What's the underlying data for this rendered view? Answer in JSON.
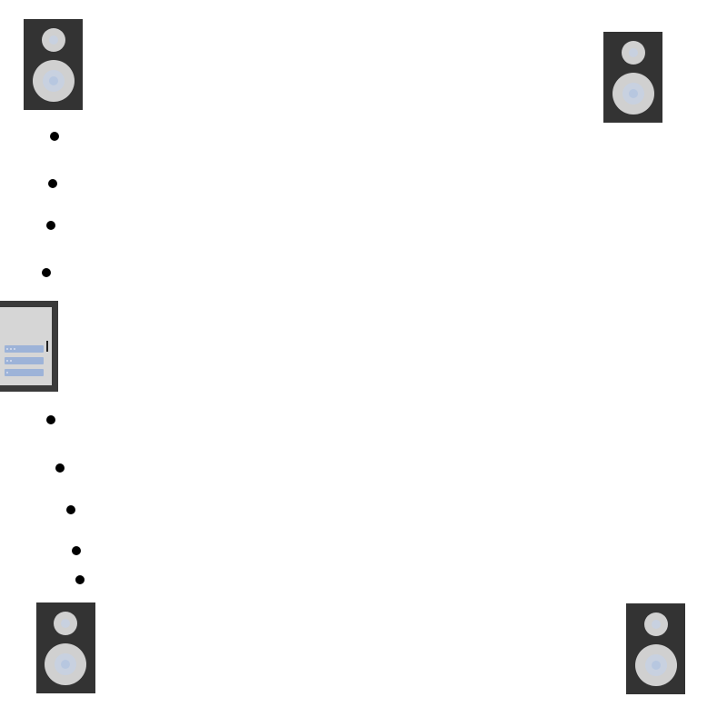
{
  "colors": {
    "background": "#ffffff",
    "speaker_body": "#333333",
    "driver_face": "#d0d0d0",
    "driver_cone": "#c8d1e0",
    "driver_center": "#b7c7e0",
    "device_bezel": "#333333",
    "device_screen": "#d6d6d6",
    "device_button": "#9db3d8",
    "device_button_text": "#d8e0f0",
    "device_knob": "#222222",
    "dot": "#000000"
  },
  "speakers": [
    {
      "name": "speaker-top-left",
      "icon": "speaker-icon"
    },
    {
      "name": "speaker-top-right",
      "icon": "speaker-icon"
    },
    {
      "name": "speaker-bottom-left",
      "icon": "speaker-icon"
    },
    {
      "name": "speaker-bottom-right",
      "icon": "speaker-icon"
    }
  ],
  "device": {
    "name": "audio-receiver",
    "icon": "receiver-icon",
    "buttons": 3
  },
  "dots_count": 9
}
